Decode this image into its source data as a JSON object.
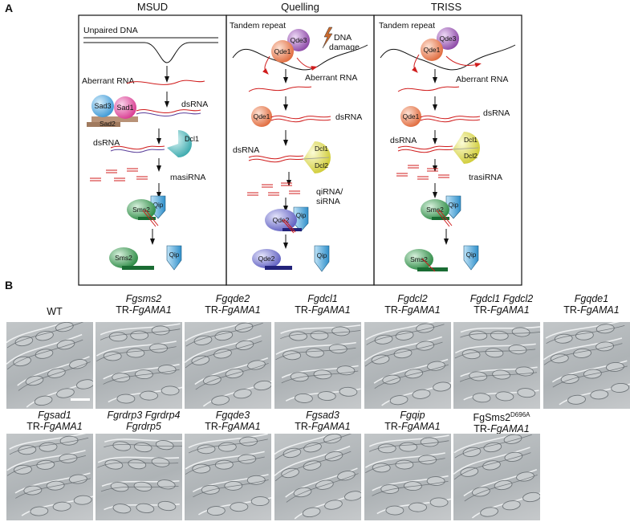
{
  "panel_a": {
    "letter": "A",
    "columns": [
      {
        "title": "MSUD",
        "steps": {
          "input": "Unpaired DNA",
          "aberrant": "Aberrant RNA",
          "complex_ds": "dsRNA",
          "dicer_ds": "dsRNA",
          "small_rna": "masiRNA"
        },
        "proteins": {
          "p1": "Sad3",
          "p2": "Sad1",
          "p3": "Sad2",
          "dcl": "Dcl1",
          "arg": "Sms2",
          "qip": "Qip"
        }
      },
      {
        "title": "Quelling",
        "steps": {
          "input": "Tandem repeat",
          "damage_1": "DNA",
          "damage_2": "damage",
          "aberrant": "Aberrant RNA",
          "complex_ds": "dsRNA",
          "dicer_ds": "dsRNA",
          "small_rna_1": "qiRNA/",
          "small_rna_2": "siRNA"
        },
        "proteins": {
          "qde1": "Qde1",
          "qde3": "Qde3",
          "dcl1": "Dcl1",
          "dcl2": "Dcl2",
          "arg": "Qde2",
          "qip": "Qip"
        }
      },
      {
        "title": "TRISS",
        "steps": {
          "input": "Tandem repeat",
          "aberrant": "Aberrant RNA",
          "complex_ds": "dsRNA",
          "dicer_ds": "dsRNA",
          "small_rna": "trasiRNA"
        },
        "proteins": {
          "qde1": "Qde1",
          "qde3": "Qde3",
          "dcl1": "Dcl1",
          "dcl2": "Dcl2",
          "arg": "Sms2",
          "qip": "Qip"
        }
      }
    ]
  },
  "panel_b": {
    "letter": "B",
    "scale_bar": true,
    "rows": [
      [
        {
          "gene": "",
          "gene_roman": "WT",
          "construct_prefix": "",
          "construct": ""
        },
        {
          "gene": "Fgsms2",
          "gene_roman": "",
          "construct_prefix": "TR-",
          "construct": "FgAMA1"
        },
        {
          "gene": "Fgqde2",
          "gene_roman": "",
          "construct_prefix": "TR-",
          "construct": "FgAMA1"
        },
        {
          "gene": "Fgdcl1",
          "gene_roman": "",
          "construct_prefix": "TR-",
          "construct": "FgAMA1"
        },
        {
          "gene": "Fgdcl2",
          "gene_roman": "",
          "construct_prefix": "TR-",
          "construct": "FgAMA1"
        },
        {
          "gene": "Fgdcl1 Fgdcl2",
          "gene_roman": "",
          "construct_prefix": "TR-",
          "construct": "FgAMA1"
        },
        {
          "gene": "Fgqde1",
          "gene_roman": "",
          "construct_prefix": "TR-",
          "construct": "FgAMA1"
        }
      ],
      [
        {
          "gene": "Fgsad1",
          "gene_roman": "",
          "construct_prefix": "TR-",
          "construct": "FgAMA1"
        },
        {
          "gene": "Fgrdrp3 Fgrdrp4 Fgrdrp5",
          "gene_roman": "",
          "construct_prefix": "TR-",
          "construct": "FgAMA1"
        },
        {
          "gene": "Fgqde3",
          "gene_roman": "",
          "construct_prefix": "TR-",
          "construct": "FgAMA1"
        },
        {
          "gene": "Fgsad3",
          "gene_roman": "",
          "construct_prefix": "TR-",
          "construct": "FgAMA1"
        },
        {
          "gene": "Fgqip",
          "gene_roman": "",
          "construct_prefix": "TR-",
          "construct": "FgAMA1"
        },
        {
          "gene": "",
          "gene_roman": "FgSms2",
          "gene_sup": "D696A",
          "construct_prefix": "TR-",
          "construct": "FgAMA1"
        }
      ]
    ]
  },
  "colors": {
    "rna": "#d01c1c",
    "sad3": "#4aa3dc",
    "sad1": "#e0489a",
    "sad2": "#a07a5e",
    "dcl": "#49b5b8",
    "dcl_yellow": "#d8d445",
    "qde1": "#e5764c",
    "qde3": "#9a55b2",
    "sms2": "#2f8f48",
    "qde2": "#6f6fc8",
    "qip": "#3596cf"
  }
}
